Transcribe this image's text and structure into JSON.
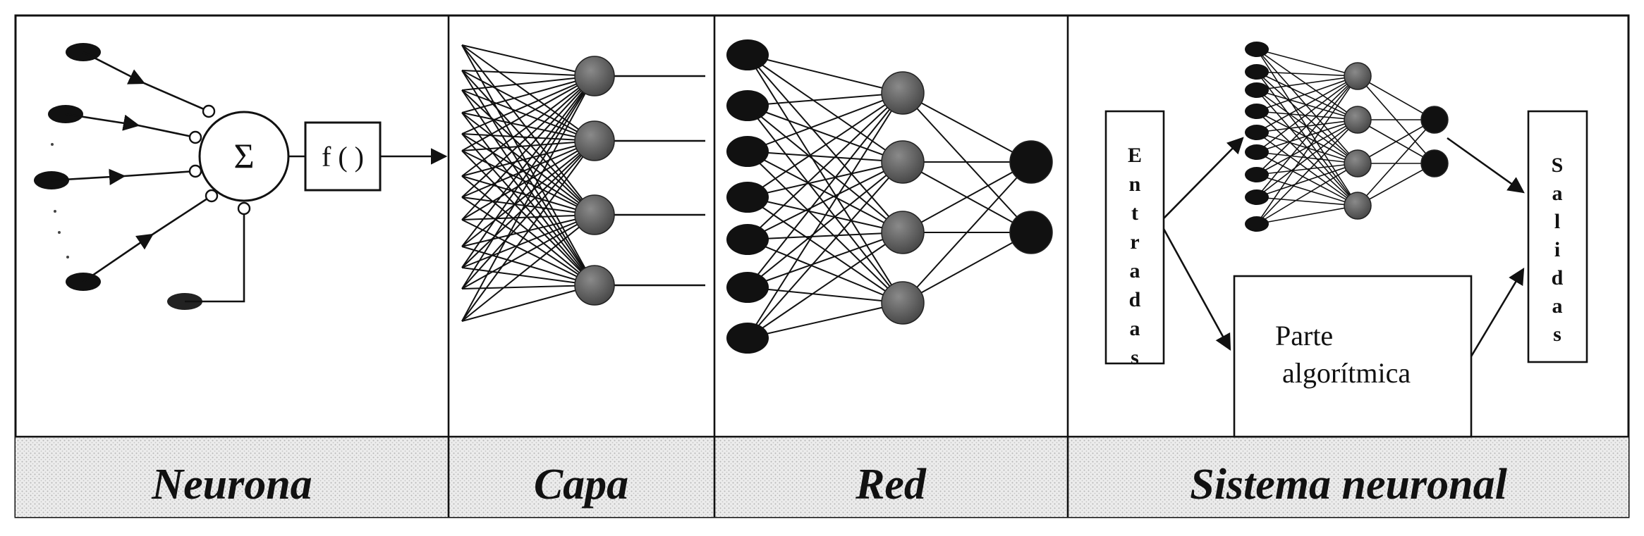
{
  "panels": [
    {
      "key": "neurona",
      "caption": "Neurona"
    },
    {
      "key": "capa",
      "caption": "Capa"
    },
    {
      "key": "red",
      "caption": "Red"
    },
    {
      "key": "sistema",
      "caption": "Sistema neuronal"
    }
  ],
  "neurona": {
    "sum_symbol": "Σ",
    "function_label": "f ( )"
  },
  "sistema": {
    "inputs_letters": [
      "E",
      "n",
      "t",
      "r",
      "a",
      "d",
      "a",
      "s"
    ],
    "outputs_letters": [
      "S",
      "a",
      "l",
      "i",
      "d",
      "a",
      "s"
    ],
    "algorithmic_line1": "Parte",
    "algorithmic_line2": "algorítmica"
  },
  "colors": {
    "ink": "#111111",
    "dark_node": "#111111",
    "gray_node": "#555555",
    "caption_bg": "#e2e2e2"
  }
}
